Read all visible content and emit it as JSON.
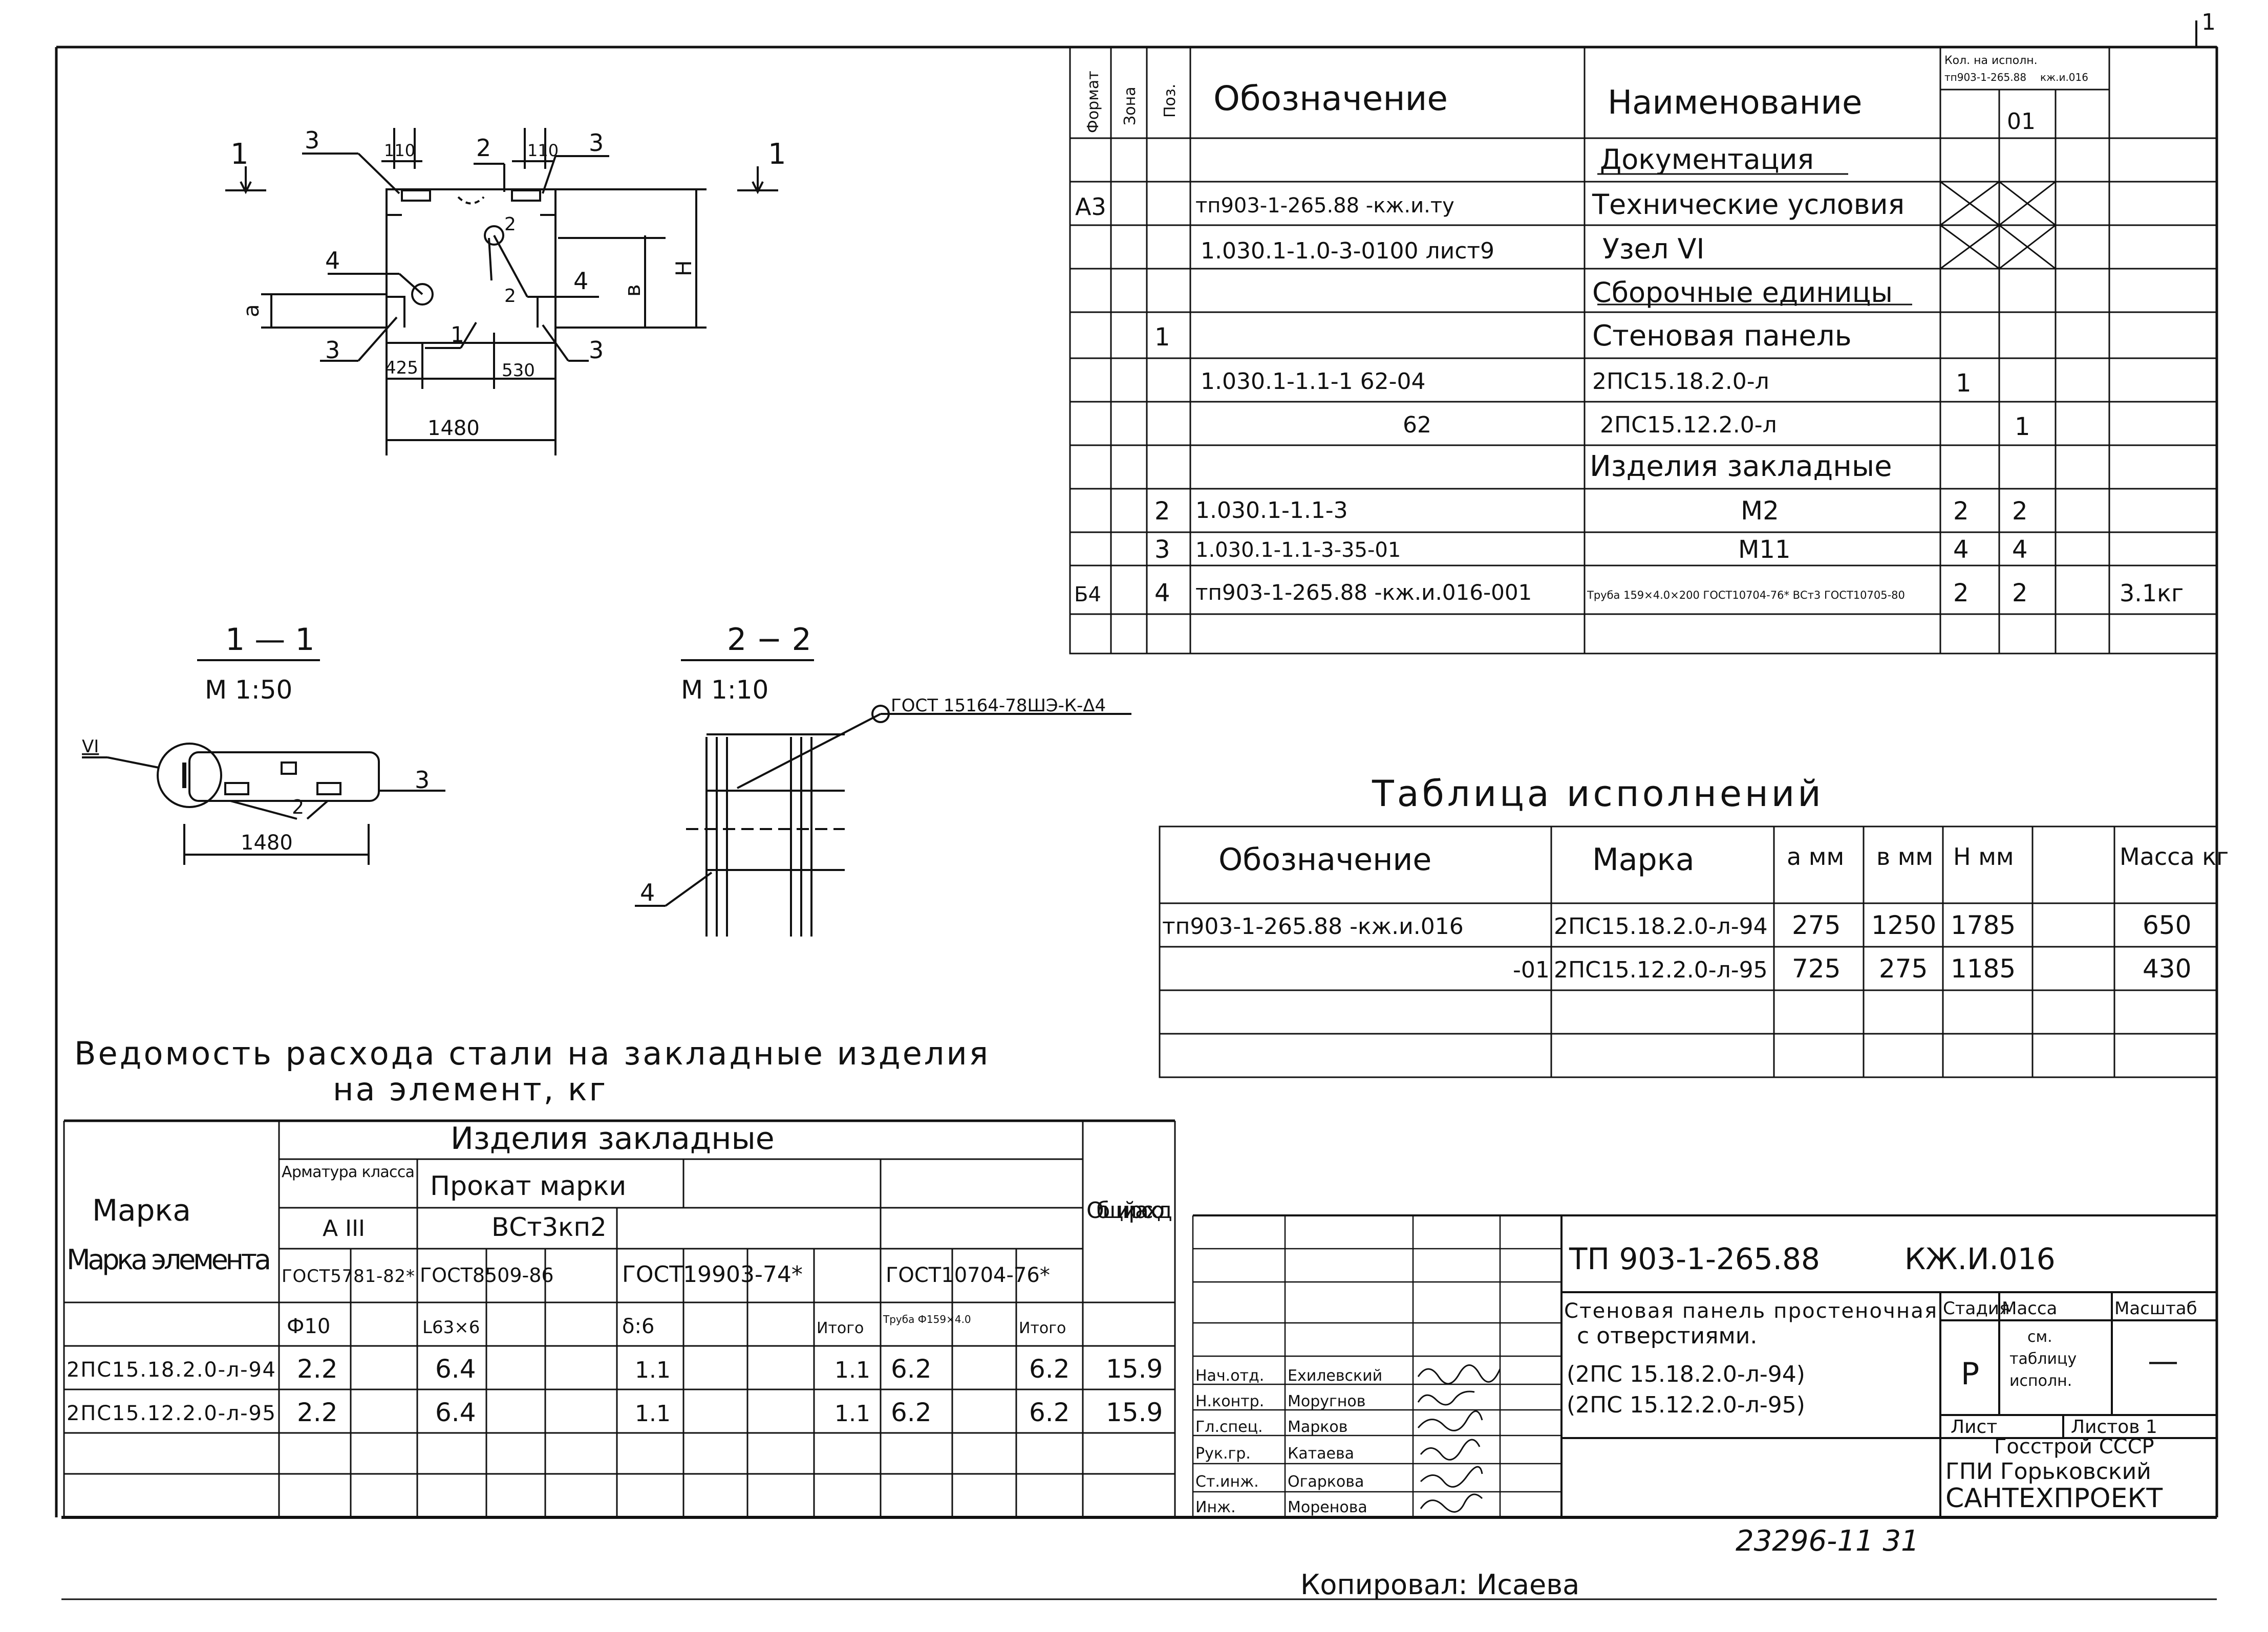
{
  "page_number": "1",
  "spec_table": {
    "headers": {
      "format": "Формат",
      "zone": "Зона",
      "pos": "Поз.",
      "designation": "Обозначение",
      "name": "Наименование",
      "qty": "Кол. на исполн.",
      "qty_sub1": "тп903-1-265.88",
      "qty_sub2": "кж.и.016",
      "qty_col2": "01"
    },
    "rows": [
      {
        "format": "",
        "pos": "",
        "designation": "",
        "name": "Документация",
        "q1": "",
        "q2": "",
        "note": ""
      },
      {
        "format": "А3",
        "pos": "",
        "designation": "тп903-1-265.88   -кж.и.ту",
        "name": "Технические условия",
        "q1": "",
        "q2": "",
        "note": ""
      },
      {
        "format": "",
        "pos": "",
        "designation": "1.030.1-1.0-3-0100 лист9",
        "name": "Узел VI",
        "q1": "",
        "q2": "",
        "note": ""
      },
      {
        "format": "",
        "pos": "",
        "designation": "",
        "name": "Сборочные единицы",
        "q1": "",
        "q2": "",
        "note": ""
      },
      {
        "format": "",
        "pos": "1",
        "designation": "",
        "name": "Стеновая панель",
        "q1": "",
        "q2": "",
        "note": ""
      },
      {
        "format": "",
        "pos": "",
        "designation": "1.030.1-1.1-1   62-04",
        "name": "2ПС15.18.2.0-л",
        "q1": "1",
        "q2": "",
        "note": ""
      },
      {
        "format": "",
        "pos": "",
        "designation": "62",
        "name": "2ПС15.12.2.0-л",
        "q1": "",
        "q2": "1",
        "note": ""
      },
      {
        "format": "",
        "pos": "",
        "designation": "",
        "name": "Изделия закладные",
        "q1": "",
        "q2": "",
        "note": ""
      },
      {
        "format": "",
        "pos": "2",
        "designation": "1.030.1-1.1-3",
        "name": "М2",
        "q1": "2",
        "q2": "2",
        "note": ""
      },
      {
        "format": "",
        "pos": "3",
        "designation": "1.030.1-1.1-3-35-01",
        "name": "М11",
        "q1": "4",
        "q2": "4",
        "note": ""
      },
      {
        "format": "Б4",
        "pos": "4",
        "designation": "тп903-1-265.88  -кж.и.016-001",
        "name": "Труба 159×4.0×200 ГОСТ10704-76* ВСт3 ГОСТ10705-80",
        "q1": "2",
        "q2": "2",
        "note": "3.1кг"
      },
      {
        "format": "",
        "pos": "",
        "designation": "",
        "name": "",
        "q1": "",
        "q2": "",
        "note": ""
      }
    ]
  },
  "plan_view": {
    "section_mark": "1",
    "labels": {
      "l3a": "3",
      "l110a": "110",
      "l2a": "2",
      "l110b": "110",
      "l3b": "3",
      "l4a": "4",
      "l4b": "4",
      "l2b": "2",
      "l2c": "2",
      "la": "а",
      "lb": "в",
      "lH": "Н",
      "l3c": "3",
      "l1": "1",
      "l3d": "3",
      "d425": "425",
      "d530": "530",
      "d1480": "1480"
    }
  },
  "section_1": {
    "title": "1 — 1",
    "scale": "М 1:50",
    "node": "VI",
    "l2": "2",
    "l3": "3",
    "d1480": "1480"
  },
  "section_2": {
    "title": "2 − 2",
    "scale": "М 1:10",
    "weld": "ГОСТ 15164-78ШЭ-К-Δ4",
    "l4": "4"
  },
  "variants_table": {
    "title": "Таблица исполнений",
    "headers": [
      "Обозначение",
      "Марка",
      "а\nмм",
      "в\nмм",
      "Н\nмм",
      "",
      "Масса\nкг"
    ],
    "rows": [
      [
        "тп903-1-265.88  -кж.и.016",
        "2ПС15.18.2.0-л-94",
        "275",
        "1250",
        "1785",
        "",
        "650"
      ],
      [
        "-01",
        "2ПС15.12.2.0-л-95",
        "725",
        "275",
        "1185",
        "",
        "430"
      ],
      [
        "",
        "",
        "",
        "",
        "",
        "",
        ""
      ],
      [
        "",
        "",
        "",
        "",
        "",
        "",
        ""
      ]
    ]
  },
  "steel_table": {
    "title_line1": "Ведомость расхода стали на закладные изделия",
    "title_line2": "на элемент, кг",
    "h_mark": "Марка элемента",
    "h_items": "Изделия закладные",
    "h_armatura": "Арматура класса",
    "h_prokat": "Прокат марки",
    "h_a3": "А III",
    "h_vst": "ВСт3кп2",
    "h_gost_a": "ГОСТ5781-82*",
    "h_gost_b": "ГОСТ8509-86",
    "h_gost_c": "ГОСТ19903-74*",
    "h_gost_d": "ГОСТ10704-76*",
    "h_total": "Общий расход",
    "sub": [
      "Ф10",
      "",
      "L63×6",
      "",
      "",
      "δ:6",
      "",
      "",
      "Итого",
      "Труба Ф159×4.0",
      "",
      "Итого"
    ],
    "rows": [
      [
        "2ПС15.18.2.0-л-94",
        "2.2",
        "",
        "6.4",
        "",
        "",
        "1.1",
        "",
        "",
        "1.1",
        "6.2",
        "",
        "6.2",
        "15.9"
      ],
      [
        "2ПС15.12.2.0-л-95",
        "2.2",
        "",
        "6.4",
        "",
        "",
        "1.1",
        "",
        "",
        "1.1",
        "6.2",
        "",
        "6.2",
        "15.9"
      ],
      [
        "",
        "",
        "",
        "",
        "",
        "",
        "",
        "",
        "",
        "",
        "",
        "",
        "",
        ""
      ],
      [
        "",
        "",
        "",
        "",
        "",
        "",
        "",
        "",
        "",
        "",
        "",
        "",
        "",
        ""
      ]
    ]
  },
  "title_block": {
    "code": "ТП 903-1-265.88",
    "mark": "КЖ.И.016",
    "name_l1": "Стеновая панель простеночная",
    "name_l2": "с отверстиями.",
    "name_l3": "(2ПС 15.18.2.0-л-94)",
    "name_l4": "(2ПС 15.12.2.0-л-95)",
    "stage_h": "Стадия",
    "mass_h": "Масса",
    "scale_h": "Масштаб",
    "stage": "Р",
    "mass_l1": "см.",
    "mass_l2": "таблицу",
    "mass_l3": "исполн.",
    "scale": "—",
    "sheet": "Лист",
    "sheets": "Листов 1",
    "org1": "Госстрой СССР",
    "org2": "ГПИ Горьковский",
    "org3": "САНТЕХПРОЕКТ",
    "staff": [
      {
        "role": "Нач.отд.",
        "name": "Ехилевский"
      },
      {
        "role": "Н.контр.",
        "name": "Моругнов"
      },
      {
        "role": "Гл.спец.",
        "name": "Марков"
      },
      {
        "role": "Рук.гр.",
        "name": "Катаева"
      },
      {
        "role": "Ст.инж.",
        "name": "Огаркова"
      },
      {
        "role": "Инж.",
        "name": "Моренова"
      }
    ]
  },
  "archive_no": "23296-11  31",
  "copied": "Копировал: Исаева"
}
